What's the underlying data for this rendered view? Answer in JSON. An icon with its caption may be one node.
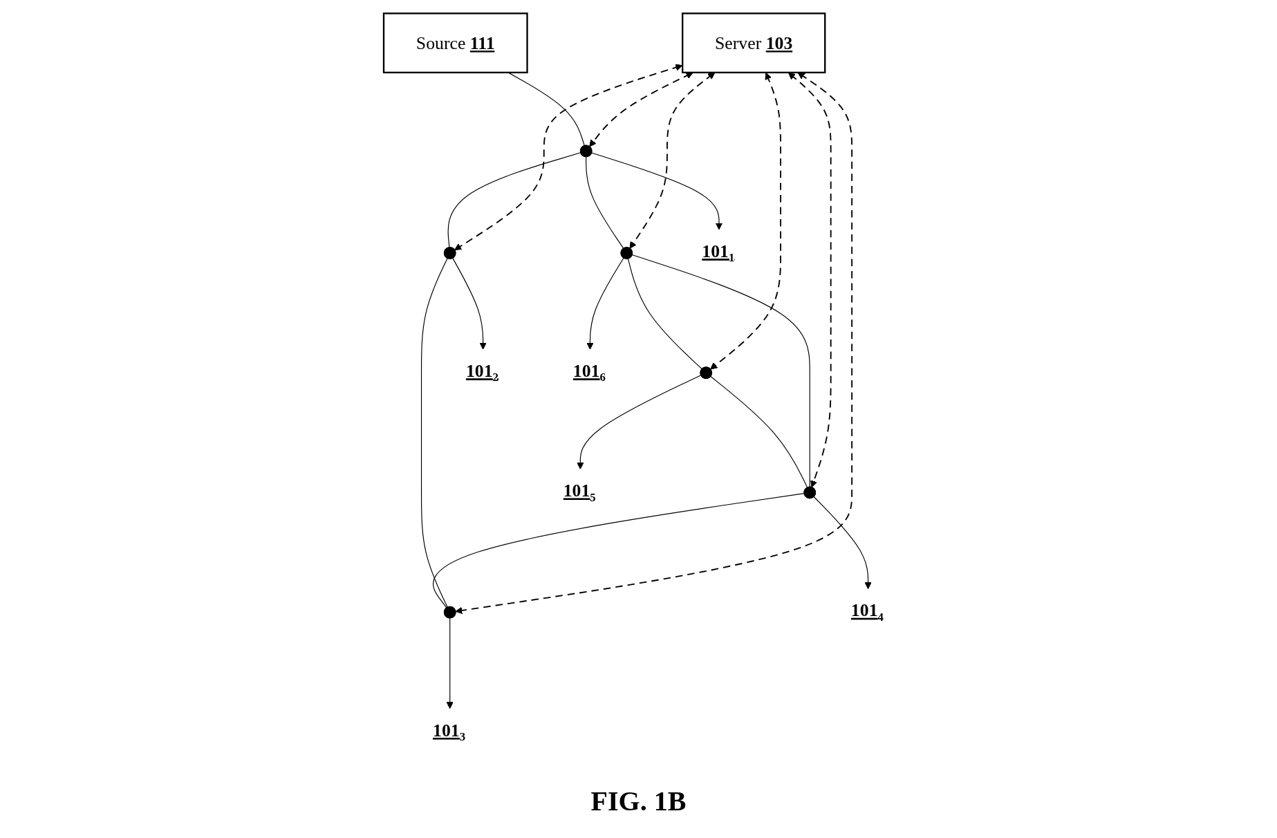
{
  "diagram": {
    "caption": "FIG. 1B",
    "nodes": [
      {
        "text": [
          "Server **103**"
        ]
      },
      {
        "text": [
          "Source **111**"
        ]
      },
      {
        "text": [],
        "shape": "circle"
      },
      {
        "text": [],
        "shape": "circle"
      },
      {
        "text": [],
        "shape": "circle"
      },
      {
        "text": [],
        "shape": "circle"
      },
      {
        "text": [],
        "shape": "circle"
      },
      {
        "text": [],
        "shape": "circle"
      },
      {
        "text": [
          "101$_{1}$"
        ]
      },
      {
        "text": [
          "101$_{2}$"
        ]
      },
      {
        "text": [
          "101$_{3}$"
        ]
      },
      {
        "text": [
          "101$_{4}$"
        ]
      },
      {
        "text": [
          "101$_{5}$"
        ]
      },
      {
        "text": [
          "101$_{6}$"
        ]
      }
    ],
    "edges": [
      {
        "from": 0,
        "to": 2,
        "arrow": "both",
        "style": "dashed"
      },
      {
        "from": 0,
        "to": 3,
        "arrow": "both",
        "style": "dashed"
      },
      {
        "from": 0,
        "to": 7,
        "arrow": "both",
        "style": "dashed"
      },
      {
        "from": 0,
        "to": 4,
        "arrow": "both",
        "style": "dashed"
      },
      {
        "from": 0,
        "to": 5,
        "arrow": "both",
        "style": "dashed"
      },
      {
        "from": 0,
        "to": 6,
        "arrow": "both",
        "style": "dashed"
      },
      {
        "from": 1,
        "to": 2,
        "arrow": "none"
      },
      {
        "from": 2,
        "to": 7,
        "arrow": "none"
      },
      {
        "from": 7,
        "to": 6,
        "arrow": "none"
      },
      {
        "from": 7,
        "to": 5,
        "arrow": "none"
      },
      {
        "from": 6,
        "to": 5,
        "arrow": "none"
      },
      {
        "from": 2,
        "to": 3,
        "arrow": "none"
      },
      {
        "from": 3,
        "to": 4,
        "arrow": "none"
      },
      {
        "from": 5,
        "to": 4,
        "arrow": "none"
      },
      {
        "from": 2,
        "to": 8,
        "arrow": "to"
      },
      {
        "from": 3,
        "to": 9,
        "arrow": "to"
      },
      {
        "from": 4,
        "to": 10,
        "arrow": "to"
      },
      {
        "from": 5,
        "to": 11,
        "arrow": "to"
      },
      {
        "from": 6,
        "to": 12,
        "arrow": "to"
      },
      {
        "from": 7,
        "to": 13,
        "arrow": "to"
      }
    ]
  }
}
